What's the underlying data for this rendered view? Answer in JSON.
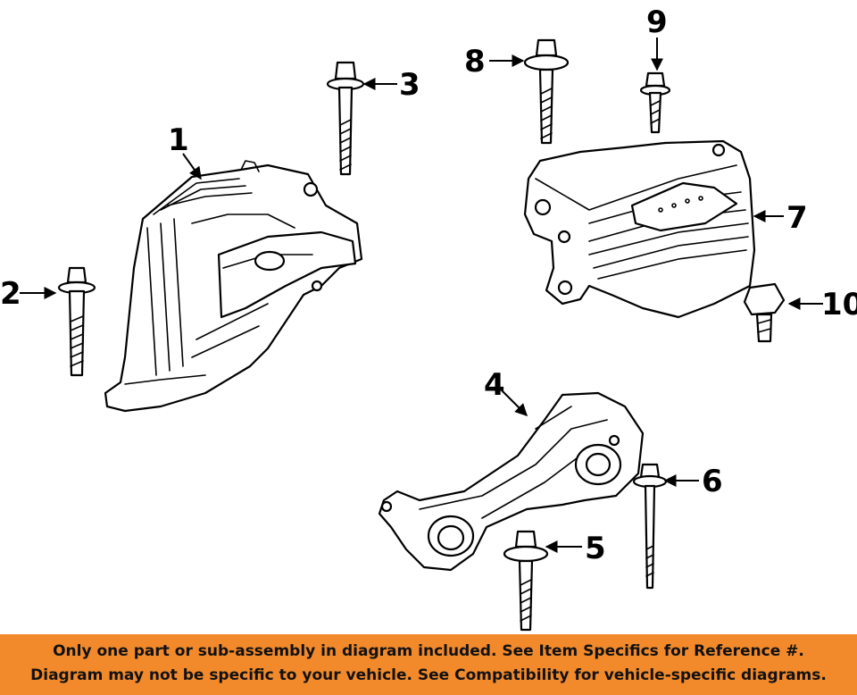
{
  "callouts": {
    "c1": "1",
    "c2": "2",
    "c3": "3",
    "c4": "4",
    "c5": "5",
    "c6": "6",
    "c7": "7",
    "c8": "8",
    "c9": "9",
    "c10": "10"
  },
  "banner": {
    "line1": "Only one part or sub-assembly in diagram included. See Item Specifics for Reference #.",
    "line2": "Diagram may not be specific to your vehicle. See Compatibility for vehicle-specific diagrams."
  },
  "colors": {
    "banner_bg": "#f28a2c",
    "ink": "#000000"
  }
}
